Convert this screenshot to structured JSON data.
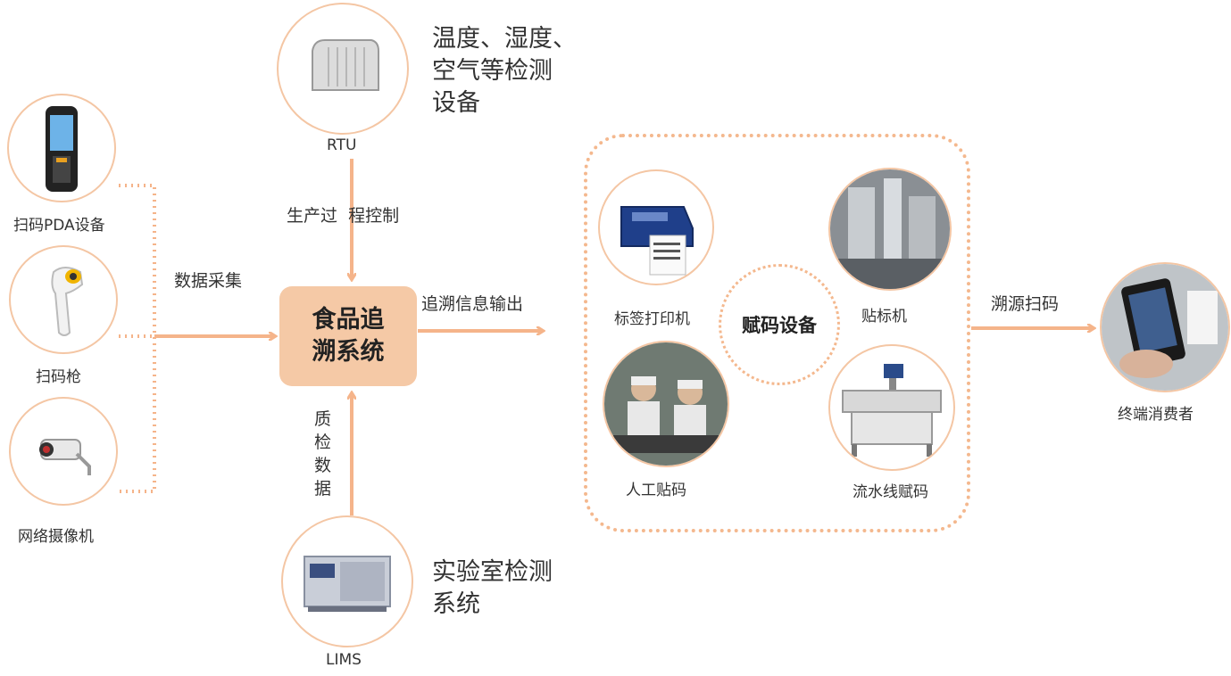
{
  "center": {
    "line1": "食品追",
    "line2": "溯系统"
  },
  "inputs": {
    "pda": {
      "label": "扫码PDA设备"
    },
    "scanner": {
      "label": "扫码枪"
    },
    "camera": {
      "label": "网络摄像机"
    },
    "collect_label": "数据采集"
  },
  "top": {
    "rtu": {
      "label": "RTU"
    },
    "desc_lines": [
      "温度、湿度、",
      "空气等检测",
      "设备"
    ],
    "arrow_label": "生产过  程控制"
  },
  "bottom": {
    "lims": {
      "label": "LIMS"
    },
    "desc_lines": [
      "实验室检测",
      "系统"
    ],
    "arrow_label_chars": [
      "质",
      "检",
      "数",
      "据"
    ]
  },
  "output_label": "追溯信息输出",
  "coding": {
    "center_label": "赋码设备",
    "label_printer": "标签打印机",
    "labeler": "贴标机",
    "manual": "人工贴码",
    "pipeline": "流水线赋码"
  },
  "consumer": {
    "scan_label": "溯源扫码",
    "label": "终端消费者"
  },
  "colors": {
    "accent": "#f5b48a",
    "node_border": "#f4c6a4",
    "center_fill": "#f5c9a6"
  }
}
